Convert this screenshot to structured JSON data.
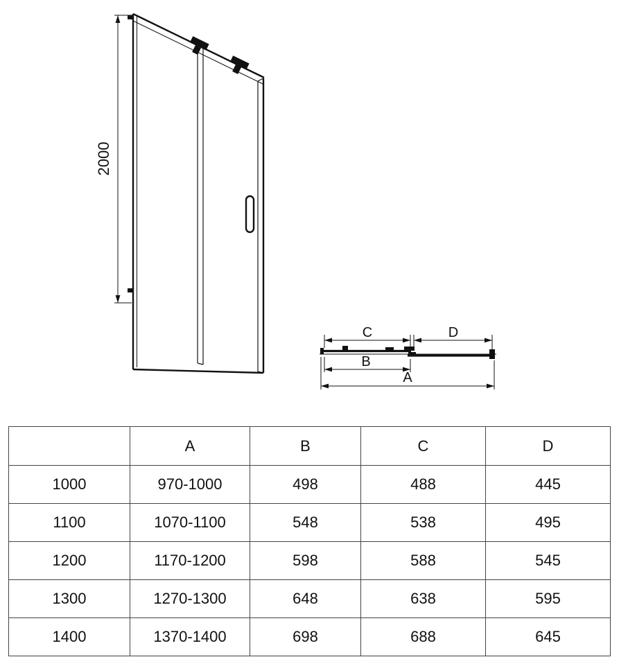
{
  "drawing": {
    "front_view": {
      "height_label": "2000"
    },
    "plan_view": {
      "dim_c_label": "C",
      "dim_d_label": "D",
      "dim_b_label": "B",
      "dim_a_label": "A"
    }
  },
  "table": {
    "headers": [
      "",
      "A",
      "B",
      "C",
      "D"
    ],
    "rows": [
      [
        "1000",
        "970-1000",
        "498",
        "488",
        "445"
      ],
      [
        "1100",
        "1070-1100",
        "548",
        "538",
        "495"
      ],
      [
        "1200",
        "1170-1200",
        "598",
        "588",
        "545"
      ],
      [
        "1300",
        "1270-1300",
        "648",
        "638",
        "595"
      ],
      [
        "1400",
        "1370-1400",
        "698",
        "688",
        "645"
      ]
    ]
  }
}
